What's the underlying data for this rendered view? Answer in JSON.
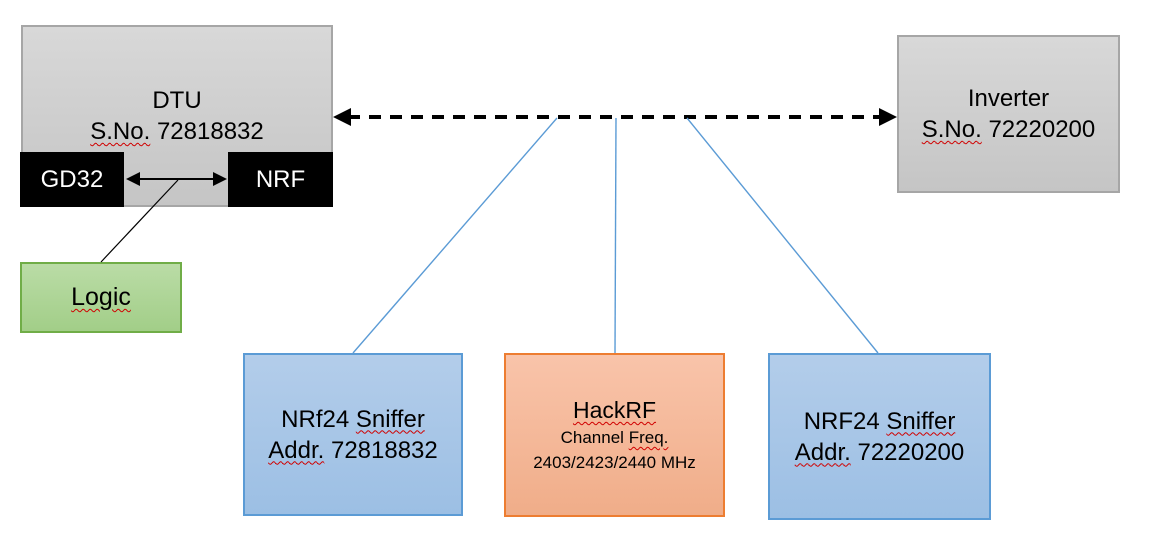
{
  "colors": {
    "gray_fill": "#cdcdcd",
    "gray_border": "#a6a6a6",
    "black_fill": "#000000",
    "green_fill": "#aed39a",
    "green_border": "#70ad47",
    "blue_fill": "#a7c6e7",
    "blue_border": "#5b9bd5",
    "orange_fill": "#f5b899",
    "orange_border": "#ed7d31",
    "connector_blue": "#5b9bd5",
    "arrow_black": "#000000",
    "spellcheck_red": "#d00000"
  },
  "boxes": {
    "dtu": {
      "title": "DTU",
      "serial_misspelled": "S.No.",
      "serial_number": " 72818832"
    },
    "gd32": {
      "label": "GD32"
    },
    "nrf": {
      "label": "NRF"
    },
    "logic": {
      "label": "Logic"
    },
    "inverter": {
      "title": "Inverter",
      "serial_misspelled": "S.No.",
      "serial_number": " 72220200"
    },
    "sniffer_left": {
      "name_prefix": "NRf24 ",
      "name_misspelled": "Sniffer",
      "addr_misspelled": "Addr.",
      "addr_number": " 72818832"
    },
    "hackrf": {
      "title": "HackRF",
      "freq_prefix": "Channel ",
      "freq_misspelled": "Freq.",
      "frequencies": "2403/2423/2440 MHz"
    },
    "sniffer_right": {
      "name_prefix": "NRF24 ",
      "name_misspelled": "Sniffer",
      "addr_misspelled": "Addr.",
      "addr_number": " 72220200"
    }
  }
}
